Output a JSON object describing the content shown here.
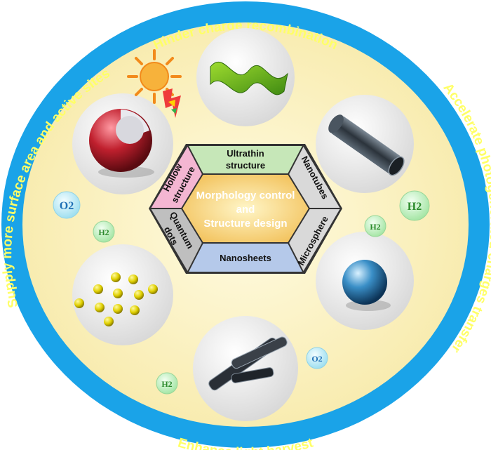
{
  "ring": {
    "top": "Hinder charge recombination",
    "right": "Accelerate photogenerated charges transfer",
    "bottom": "Enhance light harvest",
    "left": "Supply more surface area and active sites"
  },
  "hexagon": {
    "center_line1": "Morphology control",
    "center_line2": "and",
    "center_line3": "Structure design",
    "top_line1": "Ultrathin",
    "top_line2": "structure",
    "upper_right": "Nanotubes",
    "lower_right": "Microsphere",
    "bottom": "Nanosheets",
    "lower_left_line1": "Quantum",
    "lower_left_line2": "dots",
    "upper_left_line1": "Hollow",
    "upper_left_line2": "structure"
  },
  "bubbles": {
    "o2_left": "O2",
    "h2_left": "H2",
    "h2_right_large": "H2",
    "h2_right_small": "H2",
    "o2_bottom": "O2",
    "h2_bottom": "H2"
  },
  "colors": {
    "outer_ring": "#1aa3e8",
    "inner_fill": "#fbf3c4",
    "ring_text": "#ffff66",
    "seg_top": "#c6e7b8",
    "seg_upper_right": "#d9d9d9",
    "seg_lower_right": "#d9d9d9",
    "seg_bottom": "#b5c9ea",
    "seg_lower_left": "#bfbfbf",
    "seg_upper_left": "#f4b6d2",
    "center": "#f3c56b"
  }
}
